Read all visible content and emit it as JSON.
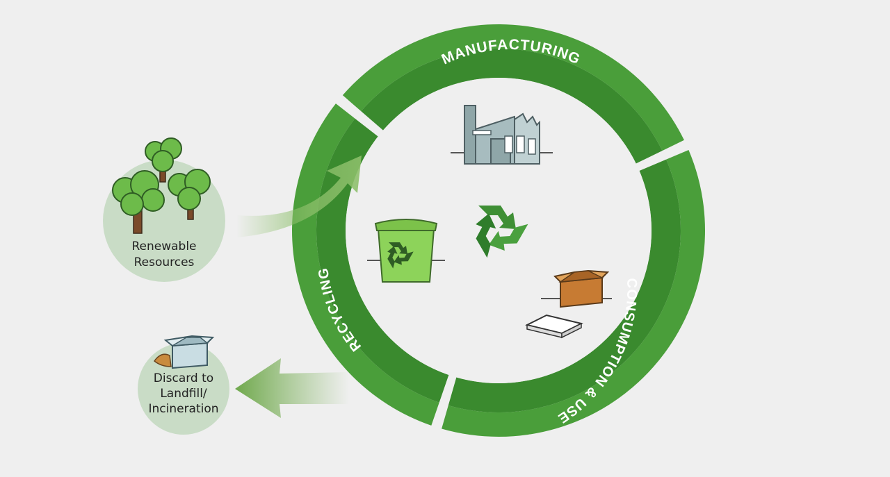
{
  "colors": {
    "background": "#efefef",
    "ring_dark": "#3a8a2e",
    "ring_light": "#4a9e3a",
    "circle_bg": "#c9dcc6",
    "recycle_symbol": "#3f8f35",
    "bin": "#8dd35a"
  },
  "ring": {
    "stages": [
      {
        "id": "manufacturing",
        "label": "MANUFACTURING",
        "icon": "factory-icon"
      },
      {
        "id": "consumption",
        "label": "CONSUMPTION & USE",
        "icon": "cardboard-box-icon"
      },
      {
        "id": "recycling",
        "label": "RECYCLING",
        "icon": "recycling-bin-icon"
      }
    ],
    "center_icon": "recycle-symbol-icon"
  },
  "inputs": {
    "renewable_label_line1": "Renewable",
    "renewable_label_line2": "Resources",
    "renewable_icon": "trees-icon"
  },
  "outputs": {
    "discard_label_line1": "Discard to",
    "discard_label_line2": "Landfill/",
    "discard_label_line3": "Incineration",
    "discard_icon": "discarded-box-icon"
  }
}
